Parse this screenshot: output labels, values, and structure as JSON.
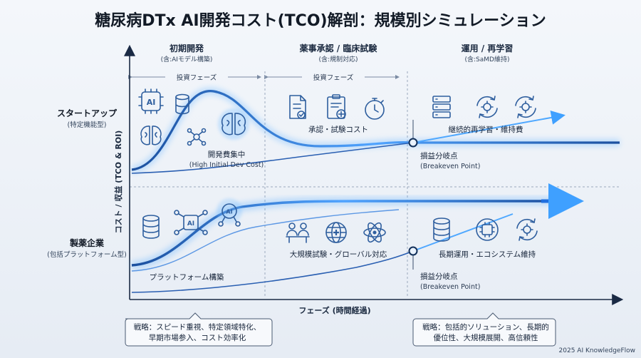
{
  "title": "糖尿病DTx AI開発コスト(TCO)解剖：規模別シミュレーション",
  "phases": [
    {
      "name": "初期開発",
      "sub": "(含:AIモデル構築)",
      "band": "投資フェーズ"
    },
    {
      "name": "薬事承認 / 臨床試験",
      "sub": "(含:規制対応)",
      "band": "投資フェーズ"
    },
    {
      "name": "運用 / 再学習",
      "sub": "(含:SaMD維持)",
      "band": ""
    }
  ],
  "rows": [
    {
      "name": "スタートアップ",
      "sub": "(特定機能型)"
    },
    {
      "name": "製薬企業",
      "sub": "(包括プラットフォーム型)"
    }
  ],
  "axes": {
    "y": "コスト / 収益 (TCO & ROI)",
    "x": "フェーズ (時間経過)"
  },
  "startup": {
    "peak_label": "開発費集中",
    "peak_label_en": "(High Initial Dev Cost)",
    "phase2_label": "承認・試験コスト",
    "phase3_label": "継続的再学習・維持費",
    "breakeven": "損益分岐点",
    "breakeven_en": "(Breakeven Point)",
    "icons": [
      "ai-chip-icon",
      "database-icon",
      "brain-icon",
      "network-icon",
      "brain-icon",
      "document-check-icon",
      "clipboard-medical-icon",
      "stopwatch-icon",
      "server-icon",
      "gear-cycle-icon",
      "gear-cycle-icon"
    ]
  },
  "pharma": {
    "phase1_label": "プラットフォーム構築",
    "phase2_label": "大規模試験・グローバル対応",
    "phase3_label": "長期運用・エコシステム維持",
    "breakeven": "損益分岐点",
    "breakeven_en": "(Breakeven Point)",
    "icons": [
      "database-icon",
      "ai-network-icon",
      "ai-chip-icon",
      "meeting-icon",
      "globe-medical-icon",
      "atom-icon",
      "database-icon",
      "chip-icon",
      "gear-cycle-icon"
    ]
  },
  "strategies": [
    {
      "line1": "戦略：スピード重視、特定領域特化、",
      "line2": "早期市場参入、コスト効率化"
    },
    {
      "line1": "戦略：包括的ソリューション、長期的",
      "line2": "優位性、大規模展開、高信頼性"
    }
  ],
  "footer": "2025 AI KnowledgeFlow",
  "colors": {
    "accent": "#2e6fd8",
    "glow": "#6fb6ff",
    "deep": "#123a7a"
  }
}
